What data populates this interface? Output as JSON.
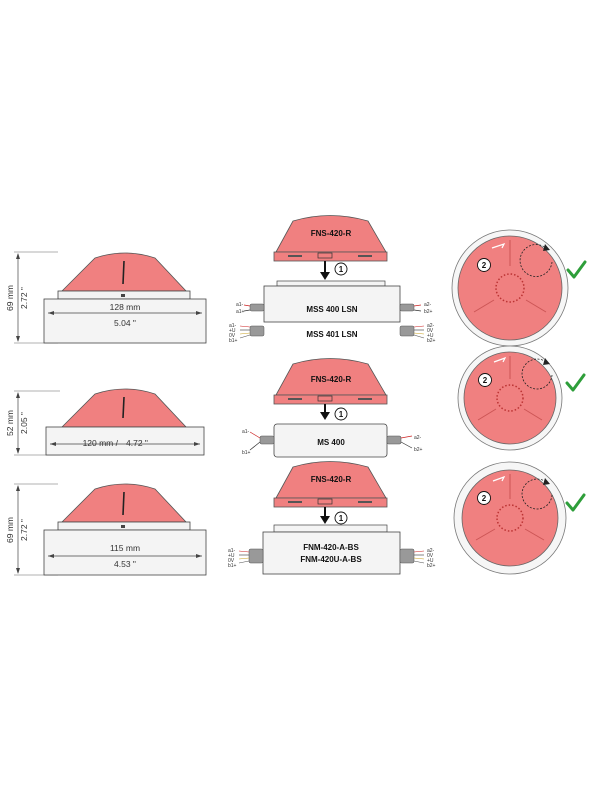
{
  "colors": {
    "detector_fill": "#f08080",
    "detector_stroke": "#555555",
    "base_fill": "#f2f2f2",
    "outline": "#444444",
    "check_green": "#2e9e3a"
  },
  "step_numbers": {
    "one": "1",
    "two": "2"
  },
  "rows": [
    {
      "dims": {
        "height_mm": "69 mm",
        "height_in": "2.72 \"",
        "width_mm": "128 mm",
        "width_in": "5.04 \""
      },
      "detector": "FNS-420-R",
      "base_lines": [
        "MSS 400 LSN",
        "MSS 401 LSN"
      ],
      "wires_left_top": [
        "a1-",
        "a1+"
      ],
      "wires_left_bottom": [
        "a1-",
        "+U",
        "0V",
        "b1+"
      ],
      "wires_right_top": [
        "a2-",
        "b2+"
      ],
      "wires_right_bottom": [
        "a2-",
        "0V",
        "+U",
        "b2+"
      ]
    },
    {
      "dims": {
        "height_mm": "52 mm",
        "height_in": "2.05 \"",
        "width_mm": "120 mm /",
        "width_in": "4.72 \""
      },
      "detector": "FNS-420-R",
      "base_lines": [
        "MS 400"
      ],
      "wires_left": [
        "a1-",
        "b1+"
      ],
      "wires_right": [
        "a2-",
        "b2+"
      ]
    },
    {
      "dims": {
        "height_mm": "69 mm",
        "height_in": "2.72 \"",
        "width_mm": "115 mm",
        "width_in": "4.53 \""
      },
      "detector": "FNS-420-R",
      "base_lines": [
        "FNM-420-A-BS",
        "FNM-420U-A-BS"
      ],
      "wires_left": [
        "a1-",
        "+U",
        "0V",
        "b1+"
      ],
      "wires_right": [
        "a2-",
        "0V",
        "+U",
        "b2+"
      ]
    }
  ]
}
